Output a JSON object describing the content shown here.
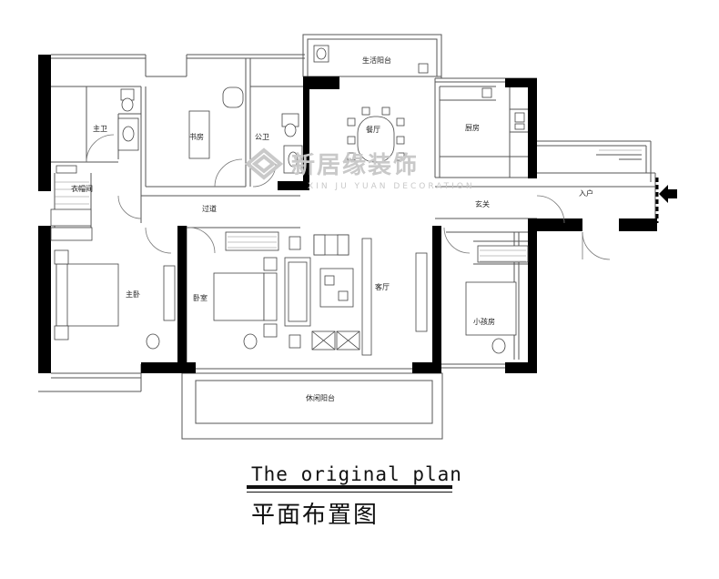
{
  "rooms": {
    "living_balcony": "生活阳台",
    "master_bath": "主卫",
    "study": "书房",
    "public_bath": "公卫",
    "dining": "餐厅",
    "kitchen": "厨房",
    "closet": "衣帽间",
    "corridor": "过道",
    "foyer": "玄关",
    "entry": "入户",
    "master_bedroom": "主卧",
    "bedroom": "卧室",
    "living_room": "客厅",
    "kids_room": "小孩房",
    "leisure_balcony": "休闲阳台"
  },
  "watermark": {
    "chinese": "新居缘装饰",
    "english": "XIN JU YUAN DECORATION"
  },
  "caption": {
    "english": "The original plan",
    "chinese": "平面布置图"
  },
  "icons": {
    "entry_arrow": "entry-arrow-icon",
    "watermark_logo": "house-logo-icon"
  },
  "colors": {
    "wall": "#000000",
    "line": "#555555",
    "watermark": "#c9c9c9"
  }
}
